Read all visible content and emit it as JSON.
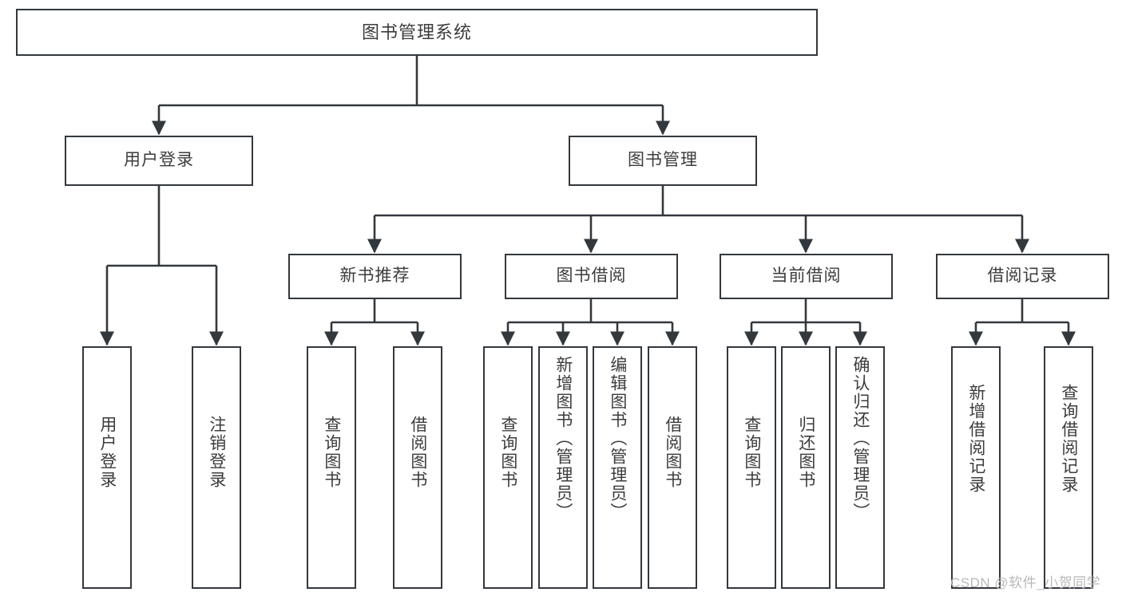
{
  "diagram": {
    "title": "图书管理系统",
    "type": "tree-hierarchy-diagram",
    "stroke_color": "#33383d",
    "text_color": "#3c3c3c",
    "background_color": "#ffffff",
    "watermark": "CSDN @软件_小贺同学",
    "nodes": {
      "root": {
        "label": "图书管理系统"
      },
      "level2": [
        {
          "id": "user-login",
          "label": "用户登录"
        },
        {
          "id": "book-management",
          "label": "图书管理"
        }
      ],
      "level3": [
        {
          "id": "new-book-recommend",
          "label": "新书推荐"
        },
        {
          "id": "book-borrow",
          "label": "图书借阅"
        },
        {
          "id": "current-borrow",
          "label": "当前借阅"
        },
        {
          "id": "borrow-record",
          "label": "借阅记录"
        }
      ],
      "leaves": {
        "user_login": [
          {
            "id": "leaf-user-login",
            "label": "用户登录"
          },
          {
            "id": "leaf-logout-login",
            "label": "注销登录"
          }
        ],
        "new_book_recommend": [
          {
            "id": "leaf-query-book-1",
            "label": "查询图书"
          },
          {
            "id": "leaf-borrow-book-1",
            "label": "借阅图书"
          }
        ],
        "book_borrow": [
          {
            "id": "leaf-query-book-2",
            "label": "查询图书"
          },
          {
            "id": "leaf-add-book",
            "label": "新增图书（管理员）"
          },
          {
            "id": "leaf-edit-book",
            "label": "编辑图书（管理员）"
          },
          {
            "id": "leaf-borrow-book-2",
            "label": "借阅图书"
          }
        ],
        "current_borrow": [
          {
            "id": "leaf-query-book-3",
            "label": "查询图书"
          },
          {
            "id": "leaf-return-book",
            "label": "归还图书"
          },
          {
            "id": "leaf-confirm-return",
            "label": "确认归还（管理员）"
          }
        ],
        "borrow_record": [
          {
            "id": "leaf-add-record",
            "label": "新增借阅记录"
          },
          {
            "id": "leaf-query-record",
            "label": "查询借阅记录"
          }
        ]
      }
    }
  }
}
